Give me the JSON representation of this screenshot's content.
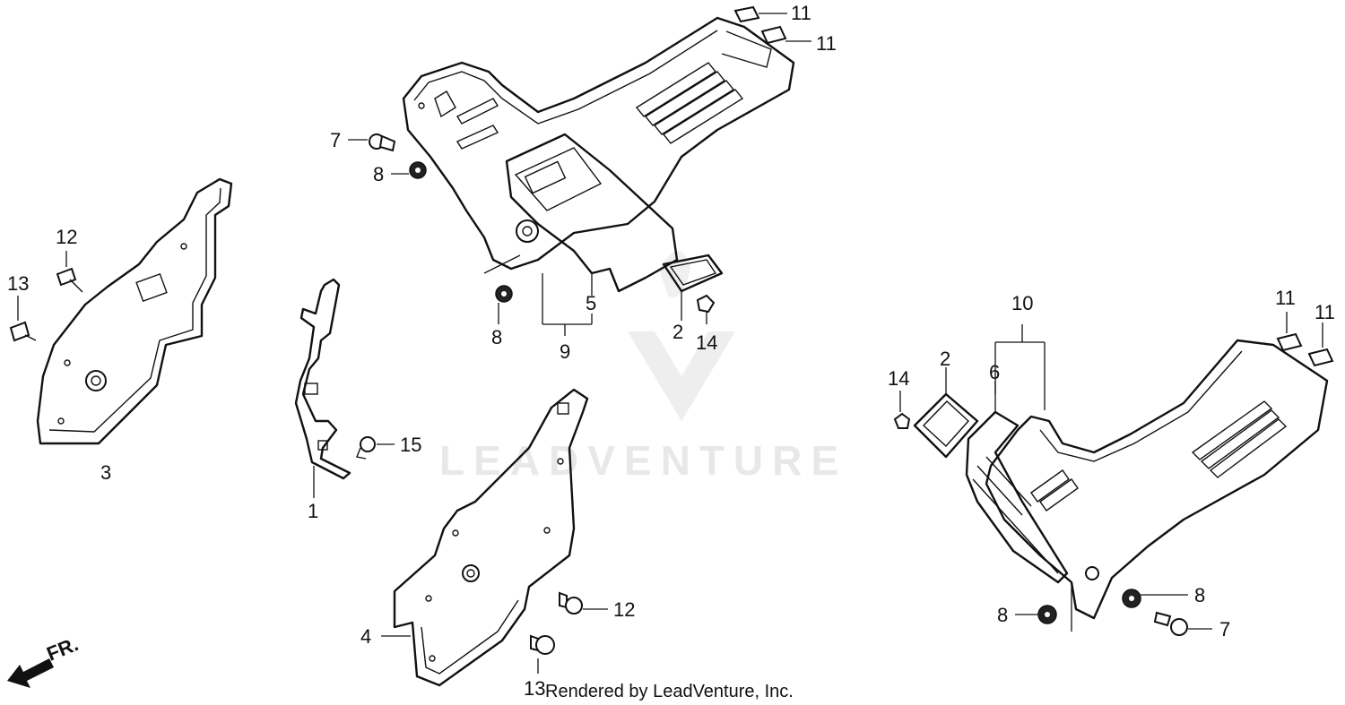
{
  "watermark": "LEADVENTURE",
  "credit": "Rendered by LeadVenture, Inc.",
  "front_marker": "FR.",
  "callouts": {
    "c1": "1",
    "c2a": "2",
    "c2b": "2",
    "c3": "3",
    "c4": "4",
    "c5": "5",
    "c6": "6",
    "c7a": "7",
    "c7b": "7",
    "c8a": "8",
    "c8b": "8",
    "c8c": "8",
    "c8d": "8",
    "c9": "9",
    "c10": "10",
    "c11a": "11",
    "c11b": "11",
    "c11c": "11",
    "c11d": "11",
    "c12a": "12",
    "c12b": "12",
    "c13a": "13",
    "c13b": "13",
    "c14a": "14",
    "c14b": "14",
    "c15": "15"
  }
}
